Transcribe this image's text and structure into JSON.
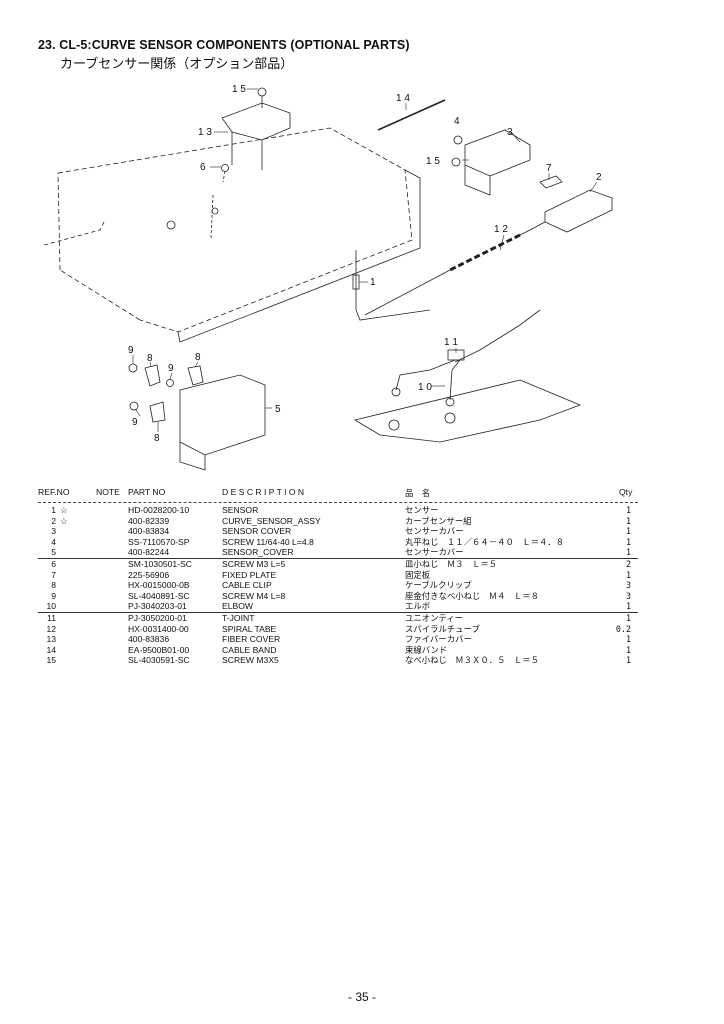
{
  "header": {
    "title": "23. CL-5:CURVE SENSOR COMPONENTS (OPTIONAL PARTS)",
    "subtitle": "カーブセンサー関係（オプション部品）"
  },
  "diagram": {
    "callouts": [
      "1 5",
      "1 3",
      "6",
      "1 4",
      "4",
      "3",
      "1 5",
      "7",
      "2",
      "1 2",
      "1",
      "1 1",
      "1 0",
      "9",
      "8",
      "8",
      "9",
      "9",
      "8",
      "5"
    ]
  },
  "table": {
    "headers": {
      "ref": "REF.NO",
      "note": "NOTE",
      "part": "PART NO",
      "desc": "D E S C R I P T I O N",
      "jp": "品　名",
      "qty": "Qty"
    },
    "rows": [
      {
        "ref": "1",
        "note": "☆",
        "part": "HD-0028200-10",
        "desc": "SENSOR",
        "jp": "センサー",
        "qty": "1"
      },
      {
        "ref": "2",
        "note": "☆",
        "part": "400-82339",
        "desc": "CURVE_SENSOR_ASSY",
        "jp": "カーブセンサー組",
        "qty": "1"
      },
      {
        "ref": "3",
        "note": "",
        "part": "400-83834",
        "desc": "SENSOR COVER",
        "jp": "センサーカバー",
        "qty": "1"
      },
      {
        "ref": "4",
        "note": "",
        "part": "SS-7110570-SP",
        "desc": "SCREW 11/64-40 L=4.8",
        "jp": "丸平ねじ　１１／６４－４０　Ｌ＝４．８",
        "qty": "1"
      },
      {
        "ref": "5",
        "note": "",
        "part": "400-82244",
        "desc": "SENSOR_COVER",
        "jp": "センサーカバー",
        "qty": "1"
      },
      {
        "ref": "6",
        "note": "",
        "part": "SM-1030501-SC",
        "desc": "SCREW M3 L=5",
        "jp": "皿小ねじ　Ｍ３　Ｌ＝５",
        "qty": "2"
      },
      {
        "ref": "7",
        "note": "",
        "part": "225-56906",
        "desc": "FIXED PLATE",
        "jp": "固定板",
        "qty": "1"
      },
      {
        "ref": "8",
        "note": "",
        "part": "HX-0015000-0B",
        "desc": "CABLE CLIP",
        "jp": "ケーブルクリップ",
        "qty": "3"
      },
      {
        "ref": "9",
        "note": "",
        "part": "SL-4040891-SC",
        "desc": "SCREW M4 L=8",
        "jp": "座金付きなべ小ねじ　Ｍ４　Ｌ＝８",
        "qty": "3"
      },
      {
        "ref": "10",
        "note": "",
        "part": "PJ-3040203-01",
        "desc": "ELBOW",
        "jp": "エルボ",
        "qty": "1"
      },
      {
        "ref": "11",
        "note": "",
        "part": "PJ-3050200-01",
        "desc": "T-JOINT",
        "jp": "ユニオンティー",
        "qty": "1"
      },
      {
        "ref": "12",
        "note": "",
        "part": "HX-0031400-00",
        "desc": "SPIRAL TABE",
        "jp": "スパイラルチューブ",
        "qty": "0.2"
      },
      {
        "ref": "13",
        "note": "",
        "part": "400-83836",
        "desc": "FIBER COVER",
        "jp": "ファイバーカバー",
        "qty": "1"
      },
      {
        "ref": "14",
        "note": "",
        "part": "EA-9500B01-00",
        "desc": "CABLE BAND",
        "jp": "束線バンド",
        "qty": "1"
      },
      {
        "ref": "15",
        "note": "",
        "part": "SL-4030591-SC",
        "desc": "SCREW M3X5",
        "jp": "なべ小ねじ　Ｍ３Ｘ０．５　Ｌ＝５",
        "qty": "1"
      }
    ]
  },
  "footer": {
    "page": "- 35 -"
  }
}
